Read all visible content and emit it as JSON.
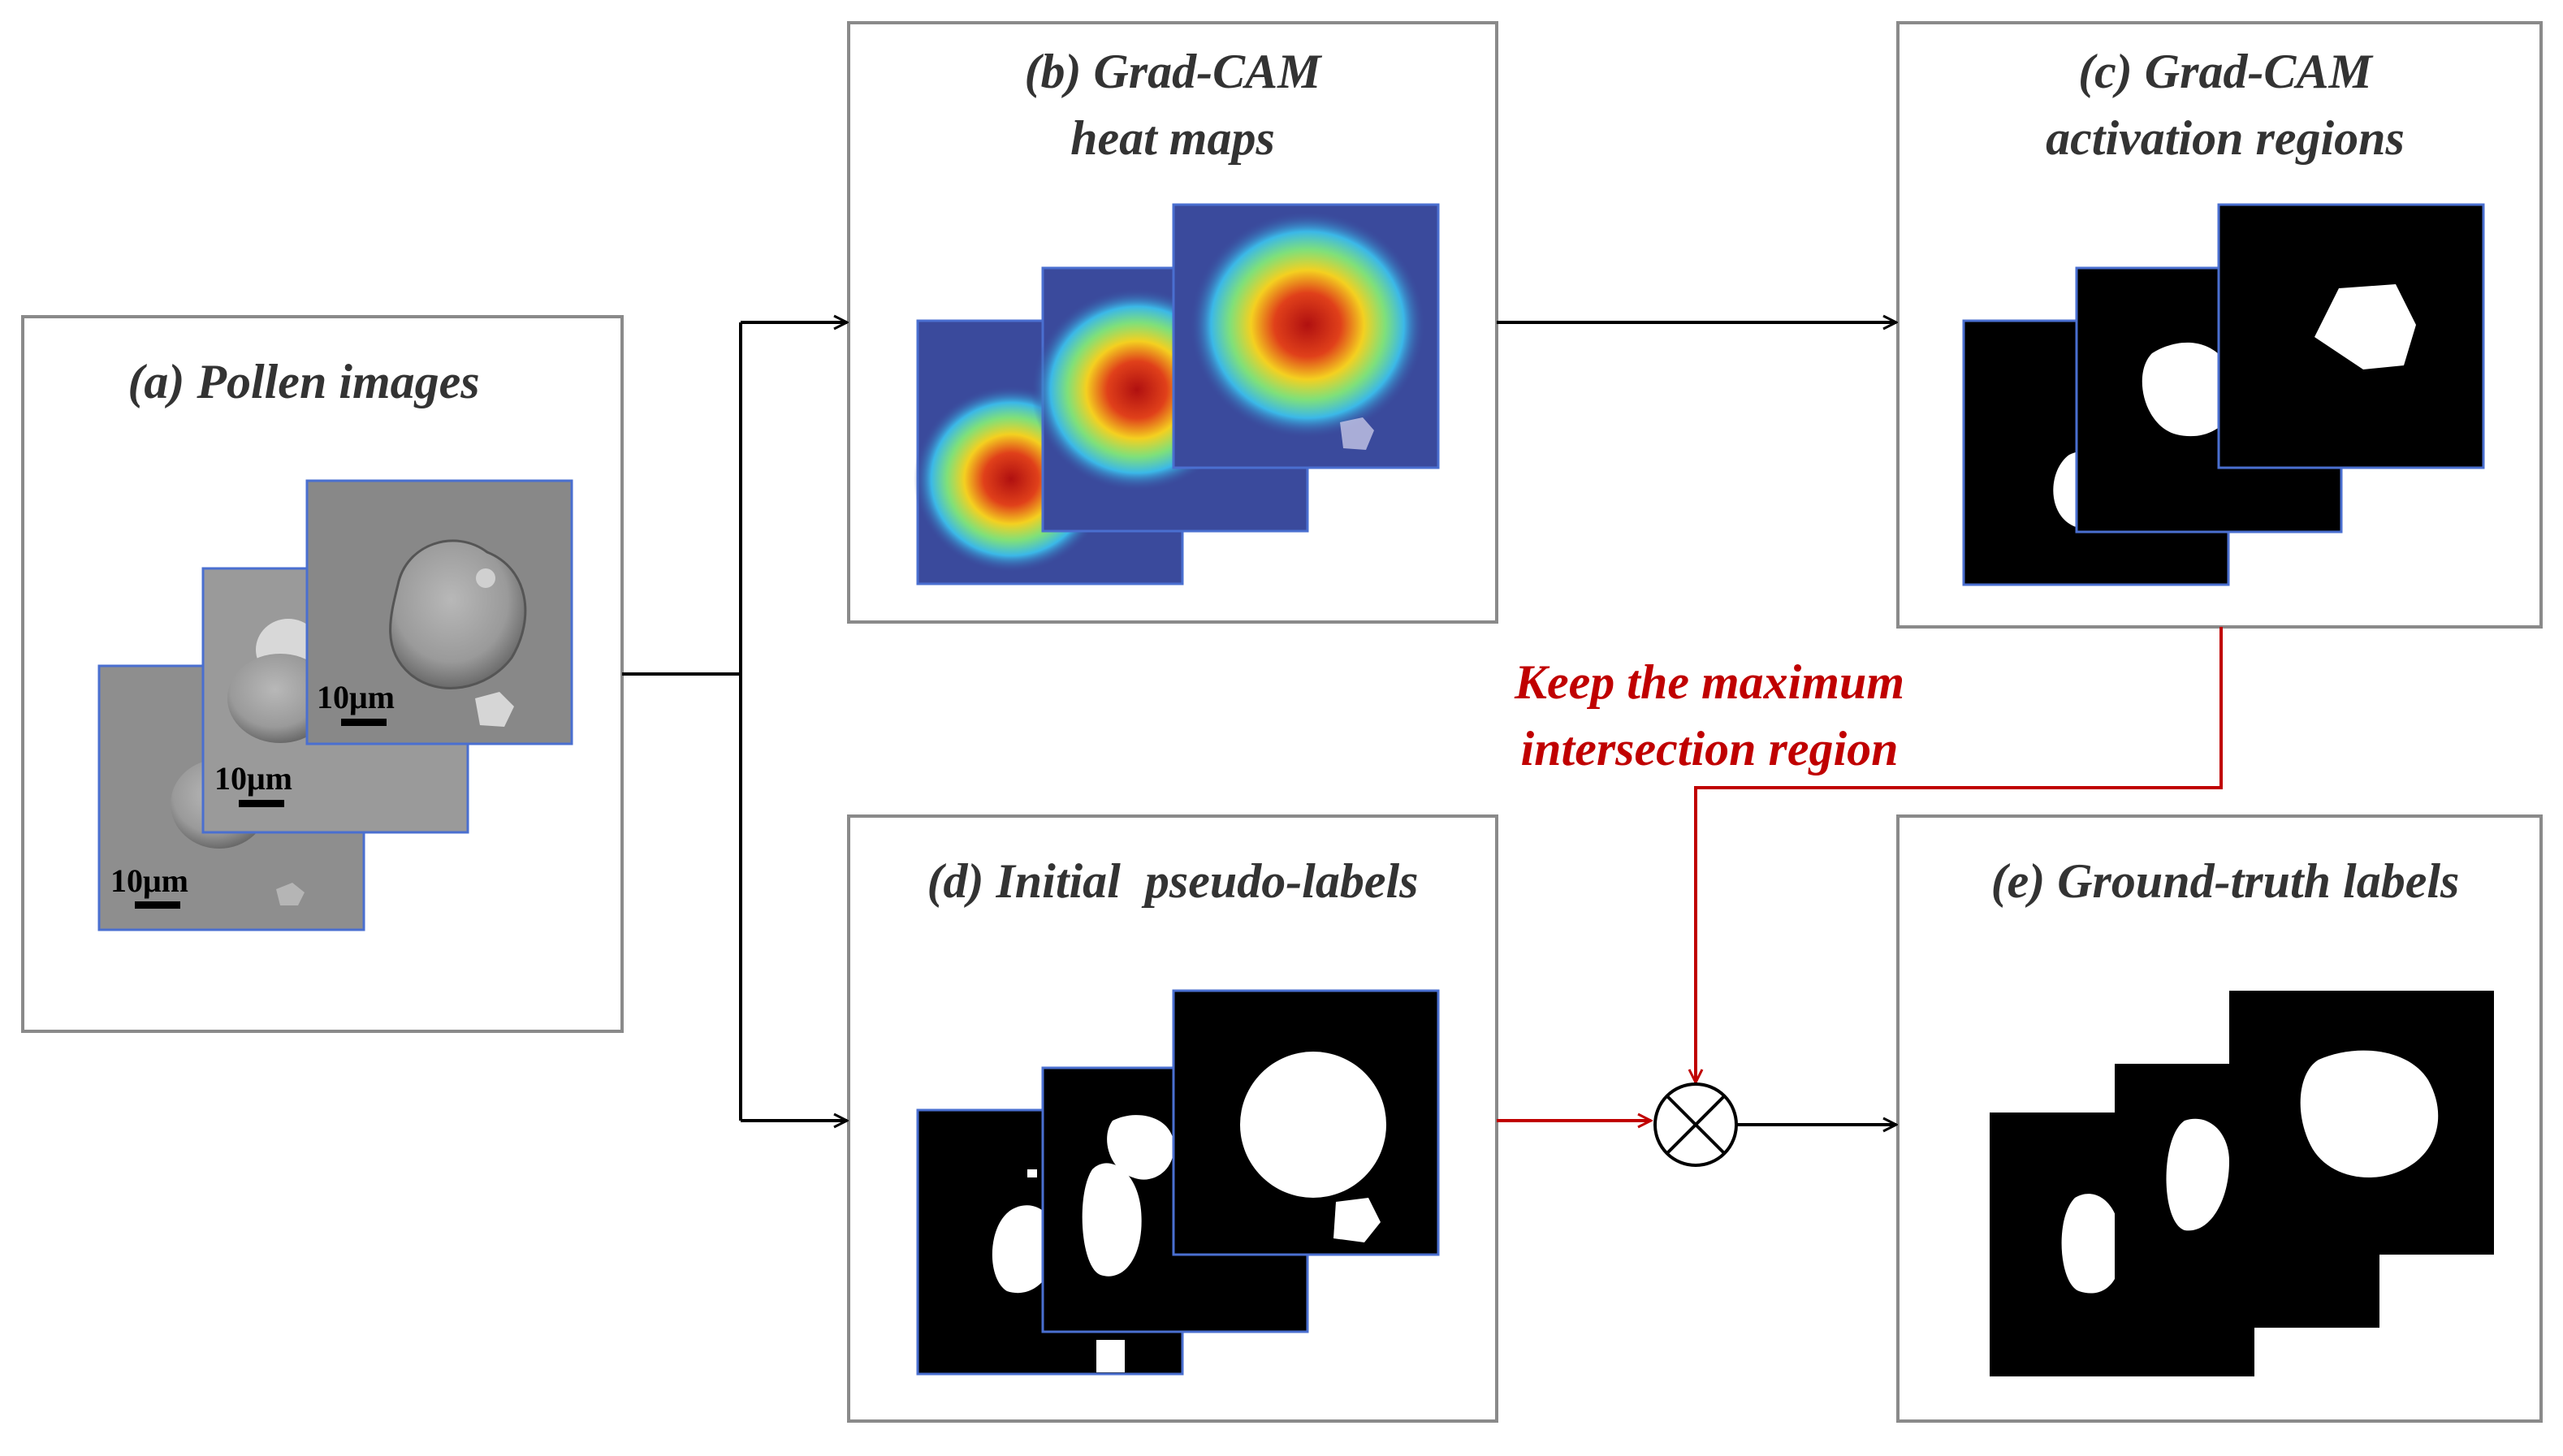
{
  "colors": {
    "box_border": "#8a8a8a",
    "arrow_black": "#000000",
    "arrow_red": "#c00000",
    "annotation_red": "#c00000",
    "thumb_border": "#4a6fd0",
    "sem_background": "#8f8f8f",
    "mask_foreground": "#ffffff",
    "mask_background": "#000000",
    "heatmap_background": "#3a4a9c"
  },
  "panels": {
    "a": {
      "title_line1": "(a) Pollen images",
      "scale_bar_label": "10μm"
    },
    "b": {
      "title_line1": "(b) Grad-CAM",
      "title_line2": "heat maps"
    },
    "c": {
      "title_line1": "(c) Grad-CAM",
      "title_line2": "activation regions"
    },
    "d": {
      "title_line1": "(d) Initial  pseudo-labels"
    },
    "e": {
      "title_line1": "(e) Ground-truth labels"
    }
  },
  "annotation": {
    "line1": "Keep the maximum",
    "line2": "intersection region"
  },
  "operator": {
    "symbol_name": "circled-times-icon"
  }
}
